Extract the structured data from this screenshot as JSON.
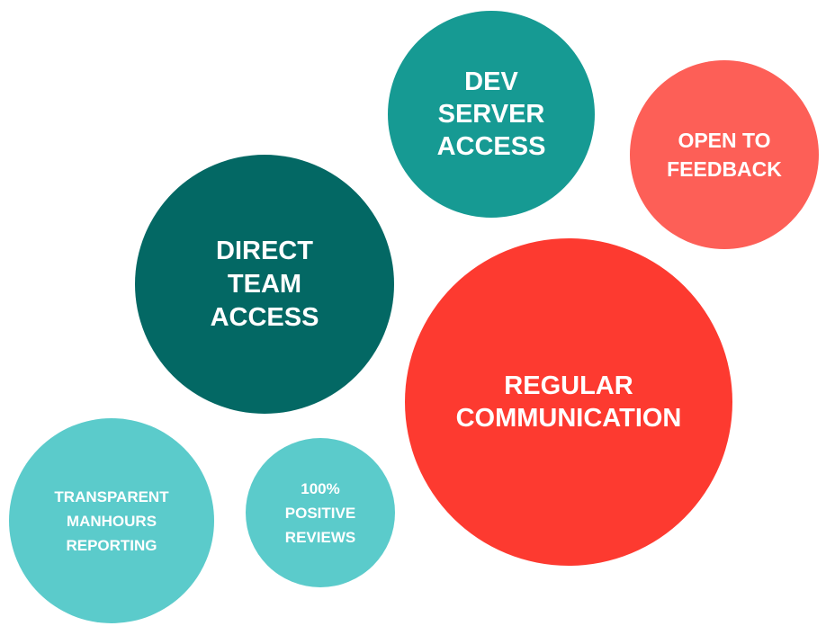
{
  "bubbles": {
    "dev": {
      "lines": [
        "DEV",
        "SERVER",
        "ACCESS"
      ],
      "color": "#169A93"
    },
    "open": {
      "lines": [
        "OPEN TO",
        "FEEDBACK"
      ],
      "color": "#FD5F57"
    },
    "direct": {
      "lines": [
        "DIRECT",
        "TEAM",
        "ACCESS"
      ],
      "color": "#036864"
    },
    "regular": {
      "lines": [
        "REGULAR",
        "COMMUNICATION"
      ],
      "color": "#FD3A30"
    },
    "transparent": {
      "lines": [
        "TRANSPARENT",
        "MANHOURS",
        "REPORTING"
      ],
      "color": "#5BCBCB"
    },
    "positive": {
      "lines": [
        "100%",
        "POSITIVE",
        "REVIEWS"
      ],
      "color": "#5BCBCB"
    }
  }
}
